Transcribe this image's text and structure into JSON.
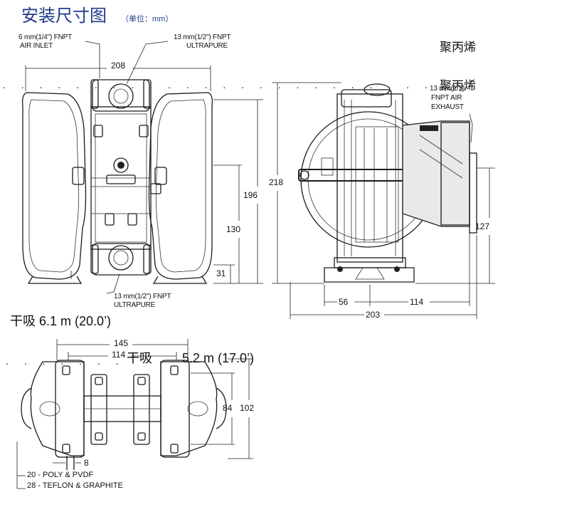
{
  "title": "安装尺寸图",
  "title_unit": "（单位：mm）",
  "front_view": {
    "air_inlet_size": "6 mm(1/4\") FNPT",
    "air_inlet_label": "AIR INLET",
    "top_port_size": "13 mm(1/2\") FNPT",
    "top_port_label": "ULTRAPURE",
    "bottom_port_size": "13 mm(1/2\") FNPT",
    "bottom_port_label": "ULTRAPURE",
    "width": "208",
    "height_outlet": "196",
    "height_center": "130",
    "height_inlet": "31"
  },
  "side_view": {
    "exhaust_size": "13 mm(1/2)",
    "exhaust_label_1": "FNPT AIR",
    "exhaust_label_2": "EXHAUST",
    "height_total": "218",
    "height_exhaust": "127",
    "depth_left": "56",
    "depth_right": "114",
    "depth_total": "203"
  },
  "materials": {
    "material_1": "聚丙烯",
    "material_2": "聚丙烯"
  },
  "suction": {
    "dry_suction_1": "干吸  6.1 m (20.0’)",
    "dry_suction_2_prefix": "干吸",
    "dry_suction_2_value": "5.2 m (17.0’)"
  },
  "base_view": {
    "width_outer": "145",
    "width_inner": "114",
    "depth_inner": "84",
    "depth_outer": "102",
    "slot": "8"
  },
  "legend": {
    "item_1": "20 - POLY & PVDF",
    "item_2": "28 - TEFLON & GRAPHITE"
  },
  "dot_leader": ". . . . . . . . . . . . . . . . . . . . . . . . . . . . . . . . . . . . . . . . . . . . . . . . . . . . . . . . ."
}
